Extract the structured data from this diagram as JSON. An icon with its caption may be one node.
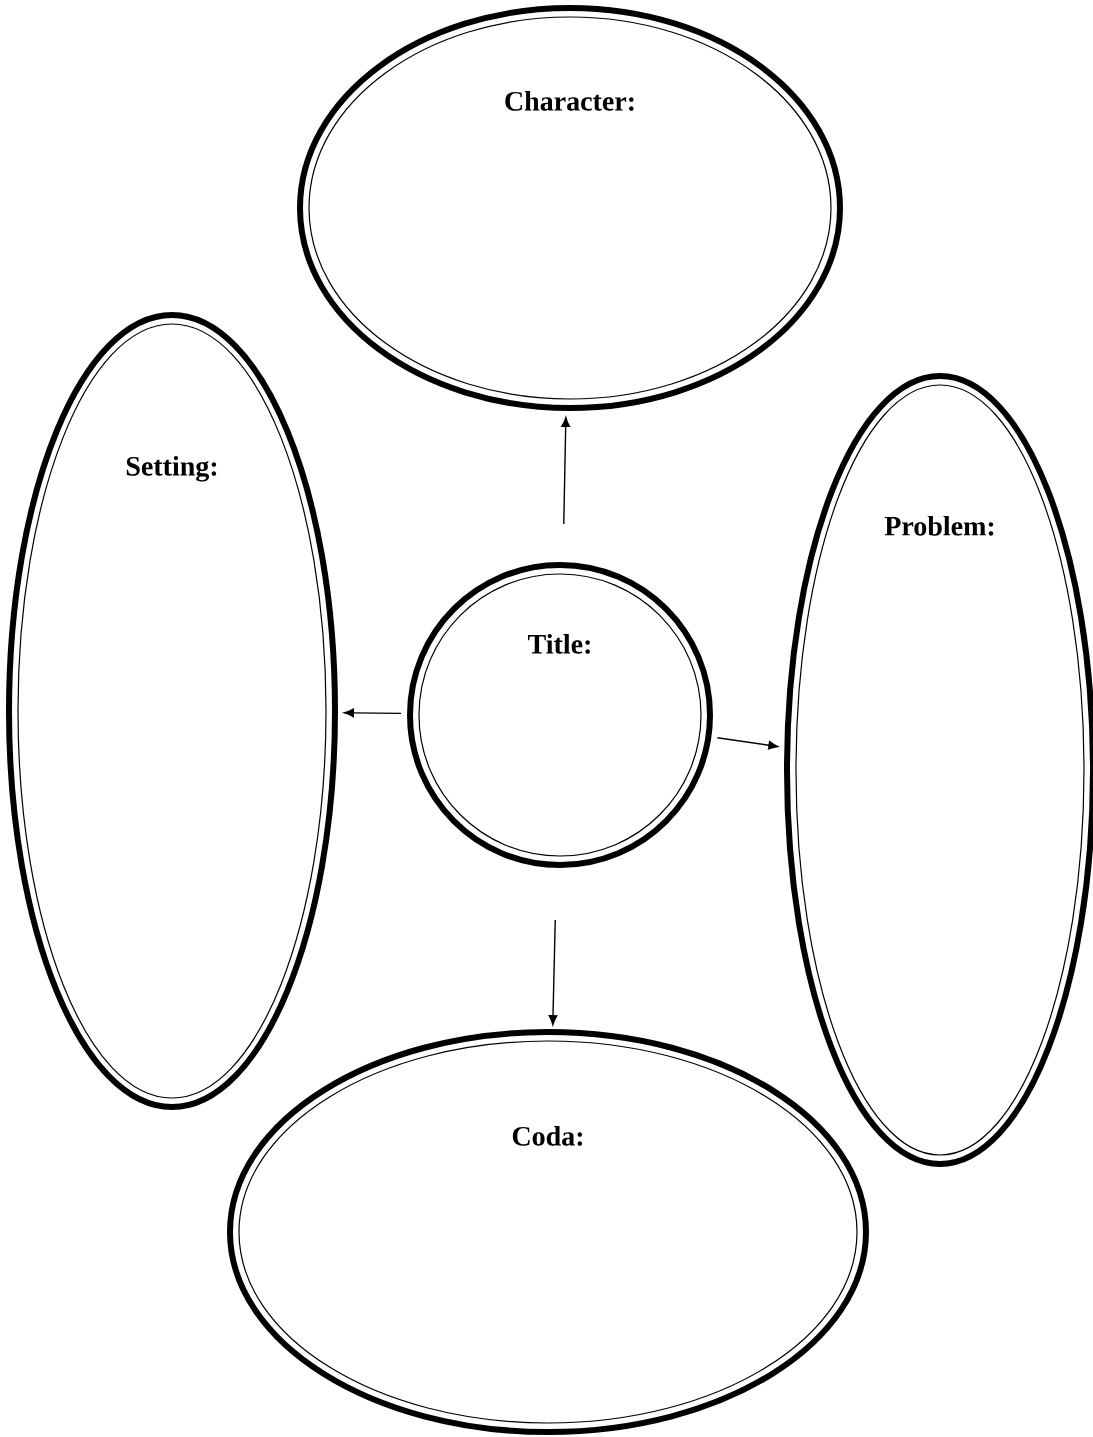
{
  "diagram": {
    "nodes": [
      {
        "text": [
          "Character:"
        ]
      },
      {
        "text": [
          "Setting:"
        ]
      },
      {
        "text": [
          "Title:"
        ]
      },
      {
        "text": [
          "Problem:"
        ]
      },
      {
        "text": [
          "Coda:"
        ]
      }
    ],
    "edges": [
      {
        "from": 2,
        "to": 0,
        "arrow": "to"
      },
      {
        "from": 2,
        "to": 1,
        "arrow": "to"
      },
      {
        "from": 2,
        "to": 3,
        "arrow": "to"
      },
      {
        "from": 2,
        "to": 4,
        "arrow": "to"
      }
    ]
  }
}
